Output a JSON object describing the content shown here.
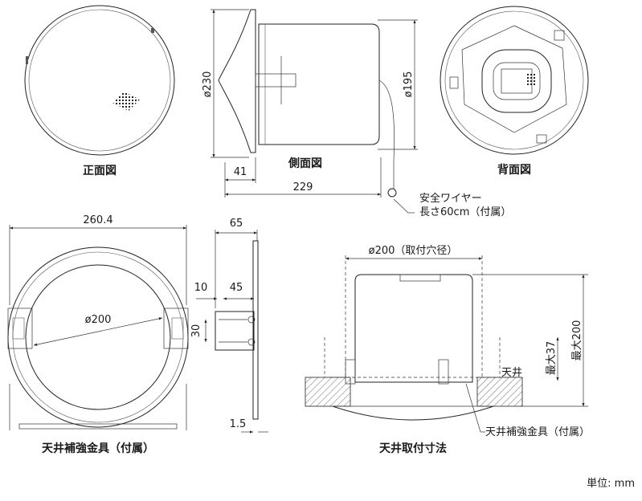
{
  "captions": {
    "front": "正面図",
    "side": "側面図",
    "back": "背面図",
    "bracket": "天井補強金具（付属）",
    "install": "天井取付寸法"
  },
  "dimensions": {
    "side_height": "ø230",
    "side_depth_inner": "ø195",
    "side_41": "41",
    "side_229": "229",
    "bracket_width": "260.4",
    "bracket_inner": "ø200",
    "bracket_side_65": "65",
    "bracket_10": "10",
    "bracket_45": "45",
    "bracket_30": "30",
    "bracket_15": "1.5",
    "install_hole": "ø200（取付穴径）",
    "install_max37": "最大37",
    "install_max200": "最大200"
  },
  "notes": {
    "safety_wire_line1": "安全ワイヤー",
    "safety_wire_line2": "長さ60cm（付属）",
    "ceiling": "天井",
    "ceiling_bracket": "天井補強金具（付属）",
    "unit": "単位: mm"
  },
  "icons": [
    "speaker-front-icon",
    "speaker-back-icon"
  ]
}
